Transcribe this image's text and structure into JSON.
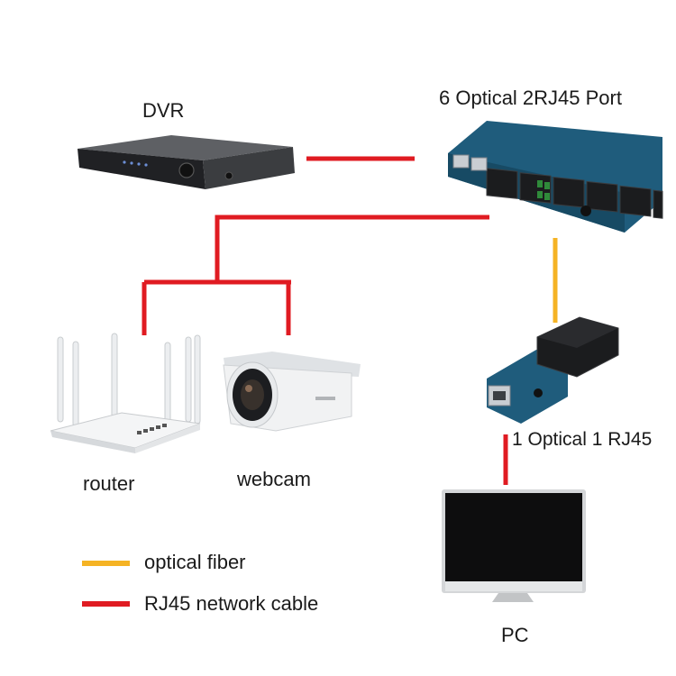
{
  "colors": {
    "optical_fiber": "#f5b324",
    "rj45_cable": "#e01b22"
  },
  "devices": {
    "dvr": {
      "label": "DVR",
      "icon": "dvr-recorder-icon"
    },
    "switch": {
      "label": "6 Optical 2RJ45 Port",
      "icon": "fiber-switch-board-icon"
    },
    "router": {
      "label": "router",
      "icon": "wifi-router-icon"
    },
    "webcam": {
      "label": "webcam",
      "icon": "bullet-camera-icon"
    },
    "converter": {
      "label": "1 Optical 1 RJ45",
      "icon": "media-converter-icon"
    },
    "pc": {
      "label": "PC",
      "icon": "monitor-icon"
    }
  },
  "legend": {
    "items": [
      {
        "label": "optical fiber",
        "color": "#f5b324"
      },
      {
        "label": "RJ45 network cable",
        "color": "#e01b22"
      }
    ]
  }
}
